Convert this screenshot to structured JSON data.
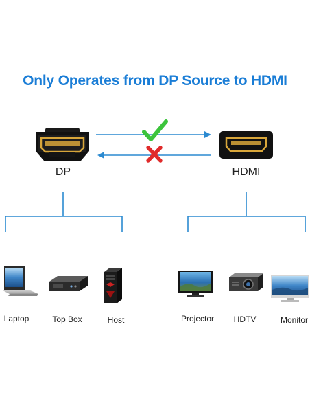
{
  "title": "Only Operates from DP Source to HDMI",
  "colors": {
    "accent": "#1a7dd6",
    "line": "#2b8ad1",
    "check": "#3cc43c",
    "cross": "#e02b2b",
    "port_gold": "#d8a63a"
  },
  "connectors": {
    "source": "DP",
    "target": "HDMI"
  },
  "arrows": {
    "forward_icon": "check-icon",
    "backward_icon": "cross-icon"
  },
  "sources": [
    {
      "label": "Laptop",
      "icon": "laptop-icon"
    },
    {
      "label": "Top Box",
      "icon": "set-top-box-icon"
    },
    {
      "label": "Host",
      "icon": "pc-tower-icon"
    }
  ],
  "targets": [
    {
      "label": "Projector",
      "icon": "monitor-icon"
    },
    {
      "label": "HDTV",
      "icon": "projector-icon"
    },
    {
      "label": "Monitor",
      "icon": "monitor-icon"
    }
  ]
}
